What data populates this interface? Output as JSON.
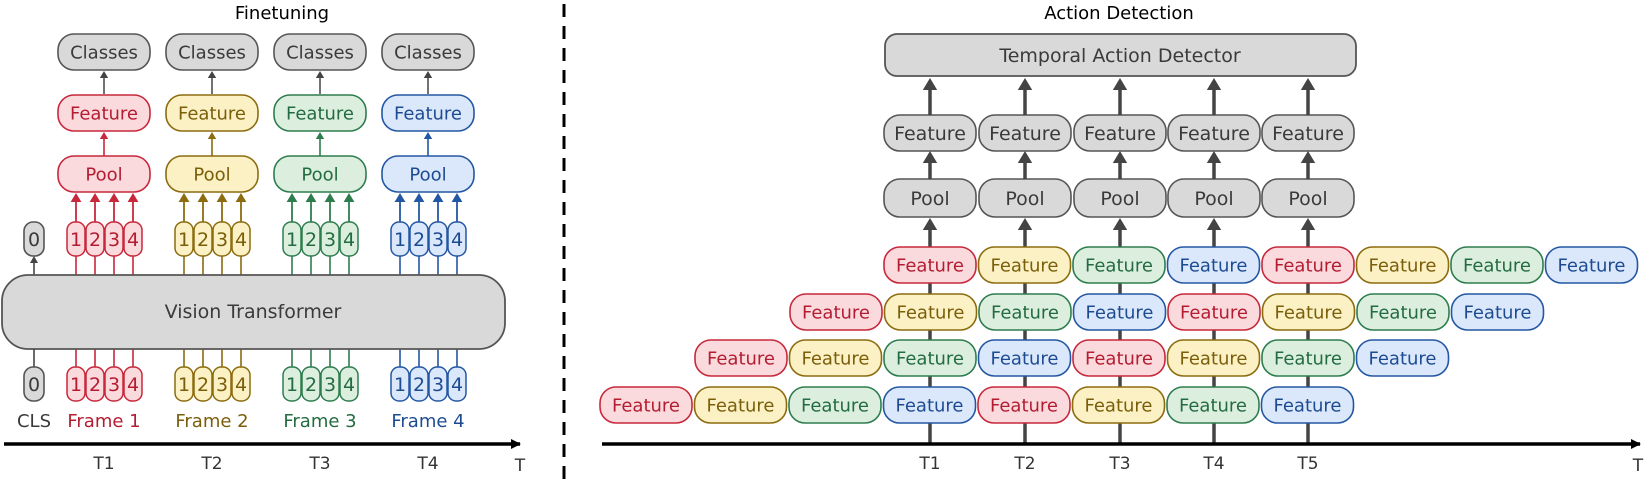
{
  "colors": {
    "red": {
      "fill": "#fadadc",
      "stroke": "#c8283c",
      "text": "#b41c32"
    },
    "yellow": {
      "fill": "#fbf1c4",
      "stroke": "#8c6c0e",
      "text": "#7a5e0a"
    },
    "green": {
      "fill": "#dcefdf",
      "stroke": "#2e7d4f",
      "text": "#236b40"
    },
    "blue": {
      "fill": "#dbe8fb",
      "stroke": "#2457a3",
      "text": "#1d4b92"
    },
    "gray": {
      "fill": "#d9d9d9",
      "stroke": "#555555",
      "text": "#3a3a3a"
    },
    "axis": "#000000",
    "arrow": "#444444"
  },
  "finetuning": {
    "title": "Finetuning",
    "classes_label": "Classes",
    "feature_label": "Feature",
    "pool_label": "Pool",
    "backbone_label": "Vision Transformer",
    "cls_token": "0",
    "cls_label": "CLS",
    "patch_tokens": [
      "1",
      "2",
      "3",
      "4"
    ],
    "frames": [
      {
        "label": "Frame 1",
        "time": "T1",
        "color": "red"
      },
      {
        "label": "Frame 2",
        "time": "T2",
        "color": "yellow"
      },
      {
        "label": "Frame 3",
        "time": "T3",
        "color": "green"
      },
      {
        "label": "Frame 4",
        "time": "T4",
        "color": "blue"
      }
    ],
    "axis_label": "T"
  },
  "action_detection": {
    "title": "Action Detection",
    "detector_label": "Temporal Action Detector",
    "feature_label": "Feature",
    "pool_label": "Pool",
    "times": [
      "T1",
      "T2",
      "T3",
      "T4",
      "T5"
    ],
    "feature_rows": [
      [
        "red",
        "yellow",
        "green",
        "blue",
        "red",
        "yellow",
        "green",
        "blue"
      ],
      [
        "red",
        "yellow",
        "green",
        "blue",
        "red",
        "yellow",
        "green",
        "blue"
      ],
      [
        "red",
        "yellow",
        "green",
        "blue",
        "red",
        "yellow",
        "green",
        "blue"
      ],
      [
        "red",
        "yellow",
        "green",
        "blue",
        "red",
        "yellow",
        "green",
        "blue"
      ]
    ],
    "axis_label": "T"
  }
}
